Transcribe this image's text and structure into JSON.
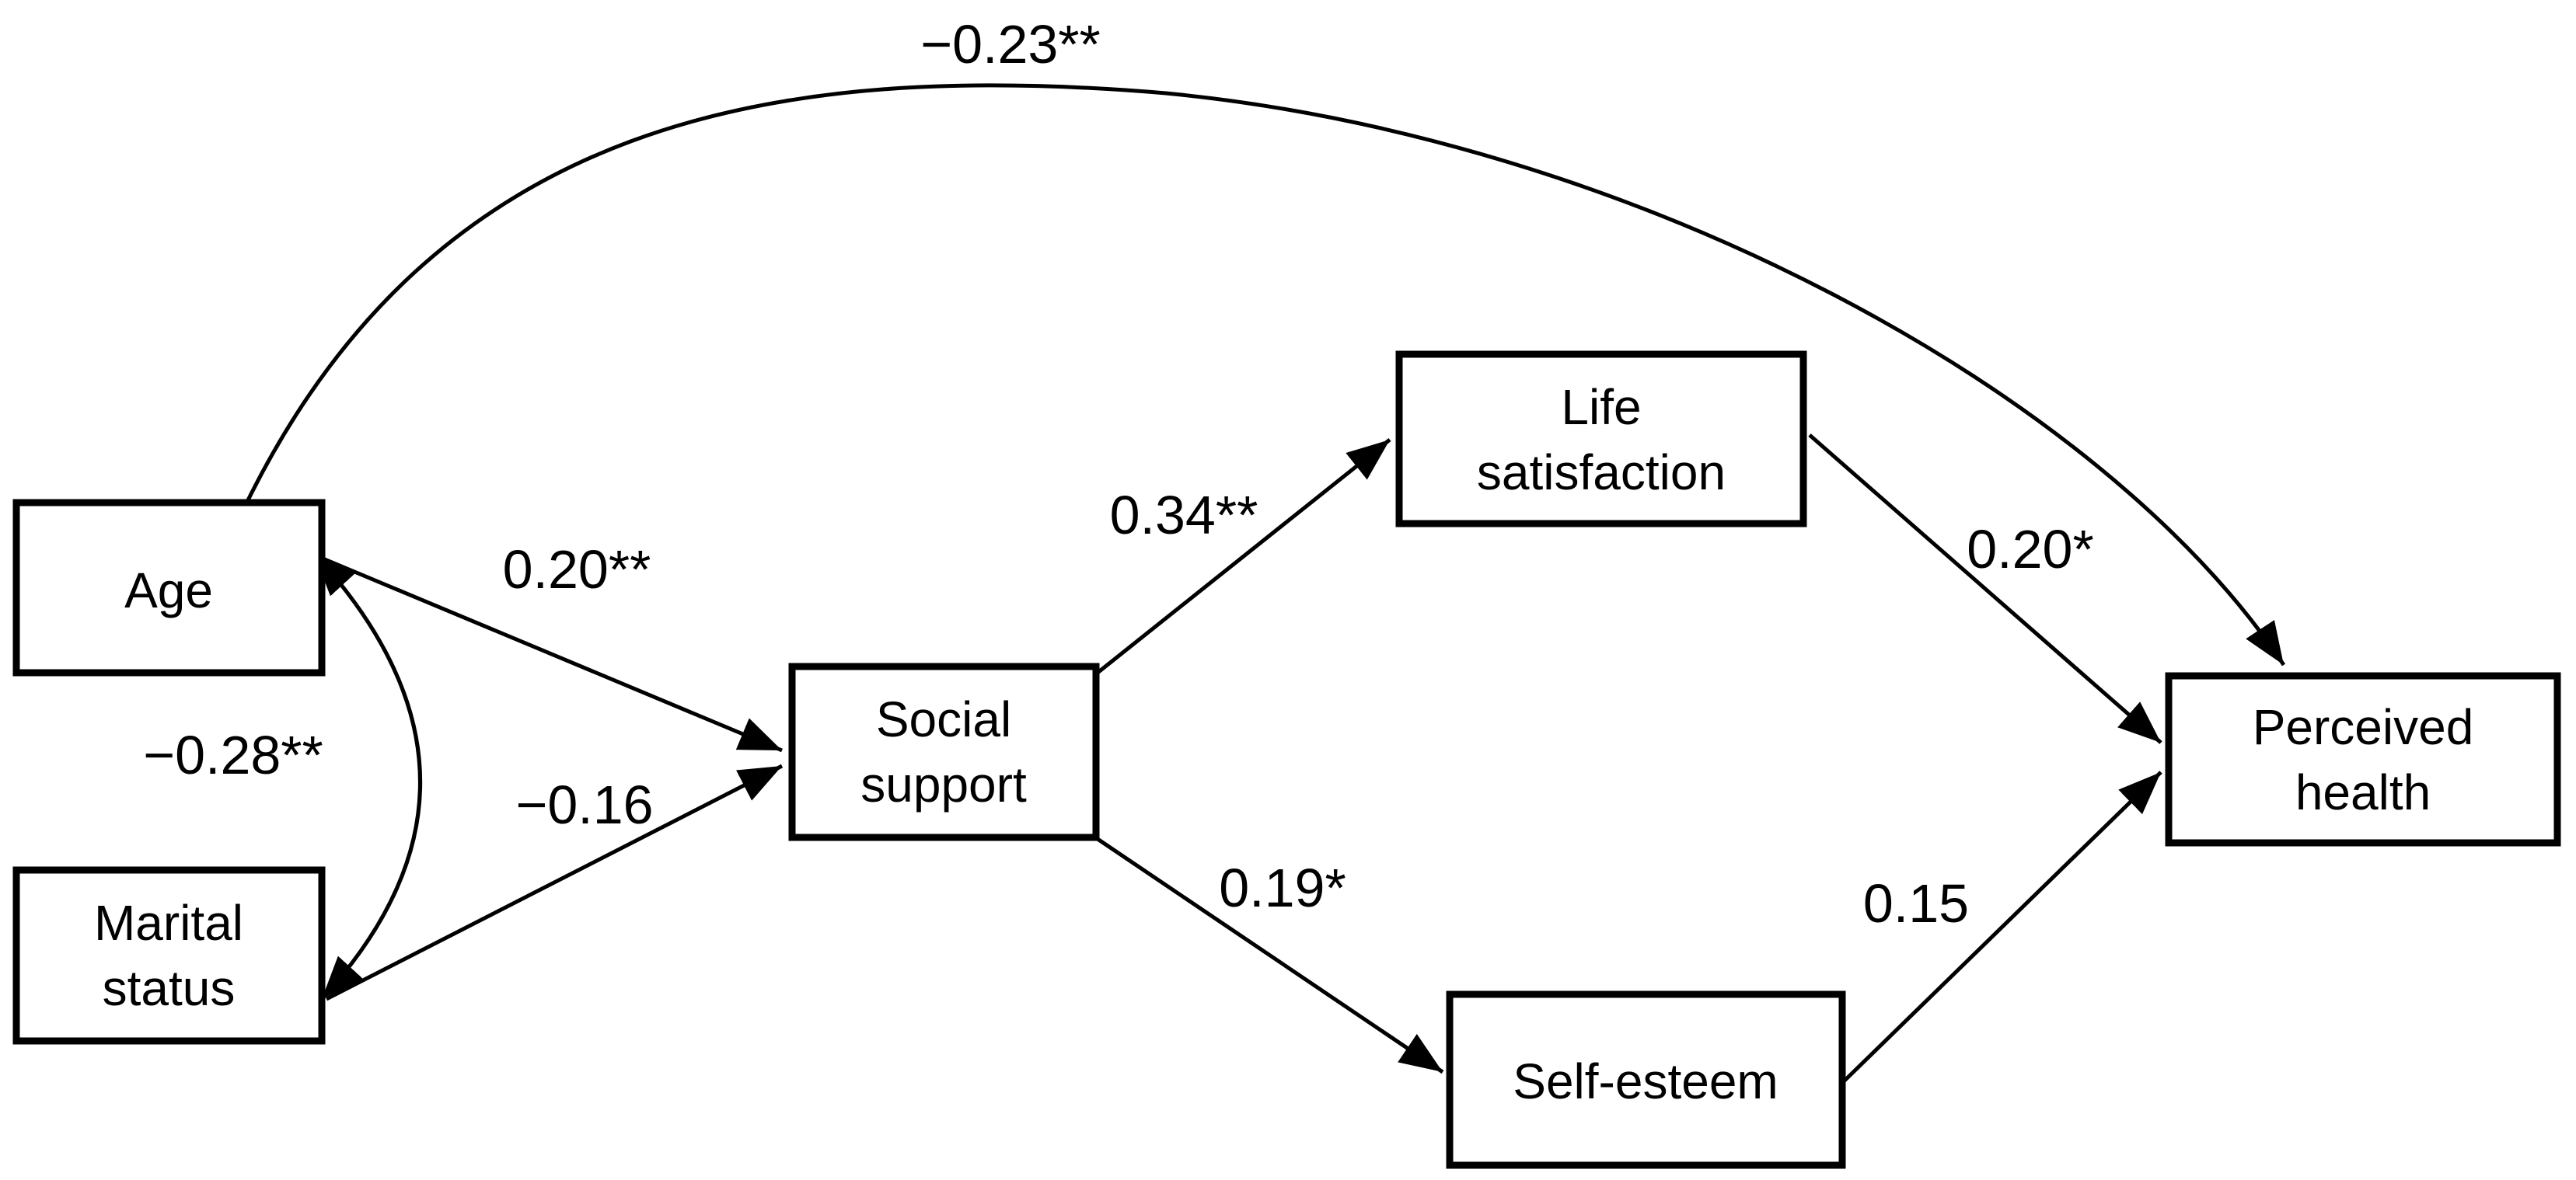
{
  "figure": {
    "kind": "path-model-diagram",
    "background_color": "#ffffff",
    "line_color": "#000000"
  },
  "nodes": {
    "age": {
      "label": "Age",
      "lines": [
        "Age"
      ]
    },
    "marital": {
      "label": "Marital status",
      "lines": [
        "Marital",
        "status"
      ]
    },
    "social": {
      "label": "Social support",
      "lines": [
        "Social",
        "support"
      ]
    },
    "life": {
      "label": "Life satisfaction",
      "lines": [
        "Life",
        "satisfaction"
      ]
    },
    "selfesteem": {
      "label": "Self-esteem",
      "lines": [
        "Self-esteem"
      ]
    },
    "perceived": {
      "label": "Perceived health",
      "lines": [
        "Perceived",
        "health"
      ]
    }
  },
  "edges": {
    "age_perceived": {
      "from": "Age",
      "to": "Perceived health",
      "label": "−0.23**",
      "bidirectional": false
    },
    "age_social": {
      "from": "Age",
      "to": "Social support",
      "label": "0.20**",
      "bidirectional": false
    },
    "age_marital": {
      "from": "Age",
      "to": "Marital status",
      "label": "−0.28**",
      "bidirectional": true
    },
    "marital_social": {
      "from": "Marital status",
      "to": "Social support",
      "label": "−0.16",
      "bidirectional": false
    },
    "social_life": {
      "from": "Social support",
      "to": "Life satisfaction",
      "label": "0.34**",
      "bidirectional": false
    },
    "social_self": {
      "from": "Social support",
      "to": "Self-esteem",
      "label": "0.19*",
      "bidirectional": false
    },
    "life_perceived": {
      "from": "Life satisfaction",
      "to": "Perceived health",
      "label": "0.20*",
      "bidirectional": false
    },
    "self_perceived": {
      "from": "Self-esteem",
      "to": "Perceived health",
      "label": "0.15",
      "bidirectional": false
    }
  }
}
